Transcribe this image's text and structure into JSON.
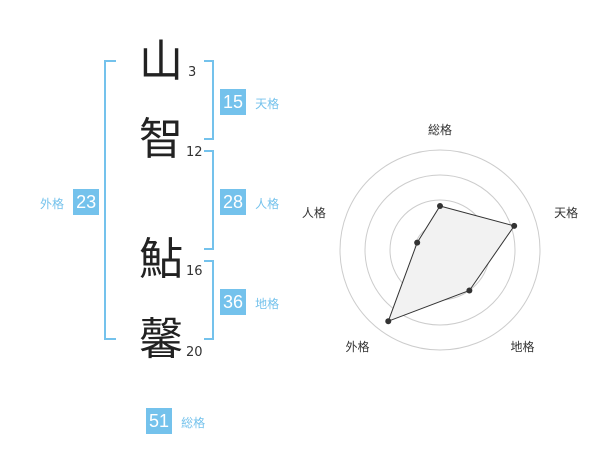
{
  "name": {
    "chars": [
      {
        "char": "山",
        "strokes": "3"
      },
      {
        "char": "智",
        "strokes": "12"
      },
      {
        "char": "鮎",
        "strokes": "16"
      },
      {
        "char": "馨",
        "strokes": "20"
      }
    ]
  },
  "fortune": {
    "tenkaku": {
      "value": "15",
      "label": "天格"
    },
    "jinkaku": {
      "value": "28",
      "label": "人格"
    },
    "chikaku": {
      "value": "36",
      "label": "地格"
    },
    "gaikaku": {
      "value": "23",
      "label": "外格"
    },
    "soukaku": {
      "value": "51",
      "label": "総格"
    }
  },
  "colors": {
    "accent": "#74c2ec",
    "text": "#222222",
    "radar_fill": "#f2f2f2",
    "radar_grid": "#cccccc"
  },
  "chart_data": {
    "type": "radar",
    "axes": [
      "総格",
      "天格",
      "地格",
      "外格",
      "人格"
    ],
    "max": 5,
    "levels": 4,
    "values": [
      2.2,
      3.9,
      2.5,
      4.4,
      1.2
    ]
  }
}
